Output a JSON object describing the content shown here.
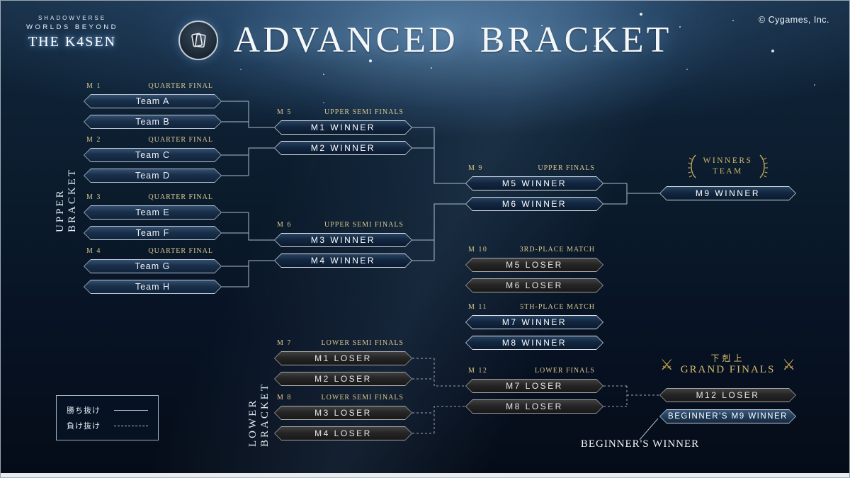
{
  "header": {
    "title": "ADVANCED BRACKET",
    "copyright": "© Cygames, Inc."
  },
  "logo": {
    "brand": "SHADOWVERSE",
    "sub": "WORLDS BEYOND",
    "title": "THE K4SEN"
  },
  "side": {
    "upper": "UPPER BRACKET",
    "lower": "LOWER BRACKET"
  },
  "legend": {
    "win": "勝ち抜け",
    "lose": "負け抜け"
  },
  "matches": {
    "m1": {
      "id": "M 1",
      "type": "QUARTER FINAL",
      "a": "Team A",
      "b": "Team B"
    },
    "m2": {
      "id": "M 2",
      "type": "QUARTER FINAL",
      "a": "Team C",
      "b": "Team D"
    },
    "m3": {
      "id": "M 3",
      "type": "QUARTER FINAL",
      "a": "Team E",
      "b": "Team F"
    },
    "m4": {
      "id": "M 4",
      "type": "QUARTER FINAL",
      "a": "Team G",
      "b": "Team H"
    },
    "m5": {
      "id": "M 5",
      "type": "UPPER SEMI FINALS",
      "a": "M1 WINNER",
      "b": "M2 WINNER"
    },
    "m6": {
      "id": "M 6",
      "type": "UPPER SEMI FINALS",
      "a": "M3 WINNER",
      "b": "M4 WINNER"
    },
    "m7": {
      "id": "M 7",
      "type": "LOWER SEMI FINALS",
      "a": "M1 LOSER",
      "b": "M2 LOSER"
    },
    "m8": {
      "id": "M 8",
      "type": "LOWER SEMI FINALS",
      "a": "M3 LOSER",
      "b": "M4 LOSER"
    },
    "m9": {
      "id": "M 9",
      "type": "UPPER FINALS",
      "a": "M5 WINNER",
      "b": "M6 WINNER"
    },
    "m10": {
      "id": "M 10",
      "type": "3RD-PLACE MATCH",
      "a": "M5 LOSER",
      "b": "M6 LOSER"
    },
    "m11": {
      "id": "M 11",
      "type": "5TH-PLACE MATCH",
      "a": "M7 WINNER",
      "b": "M8 WINNER"
    },
    "m12": {
      "id": "M 12",
      "type": "LOWER FINALS",
      "a": "M7 LOSER",
      "b": "M8 LOSER"
    }
  },
  "finals": {
    "winners_line1": "WINNERS",
    "winners_line2": "TEAM",
    "m9_winner": "M9 WINNER",
    "grand_jp": "下剋上",
    "grand_en": "GRAND FINALS",
    "m12_loser": "M12 LOSER",
    "beginners_box": "BEGINNER'S M9 WINNER",
    "beginners_winner": "BEGINNER'S WINNER"
  }
}
